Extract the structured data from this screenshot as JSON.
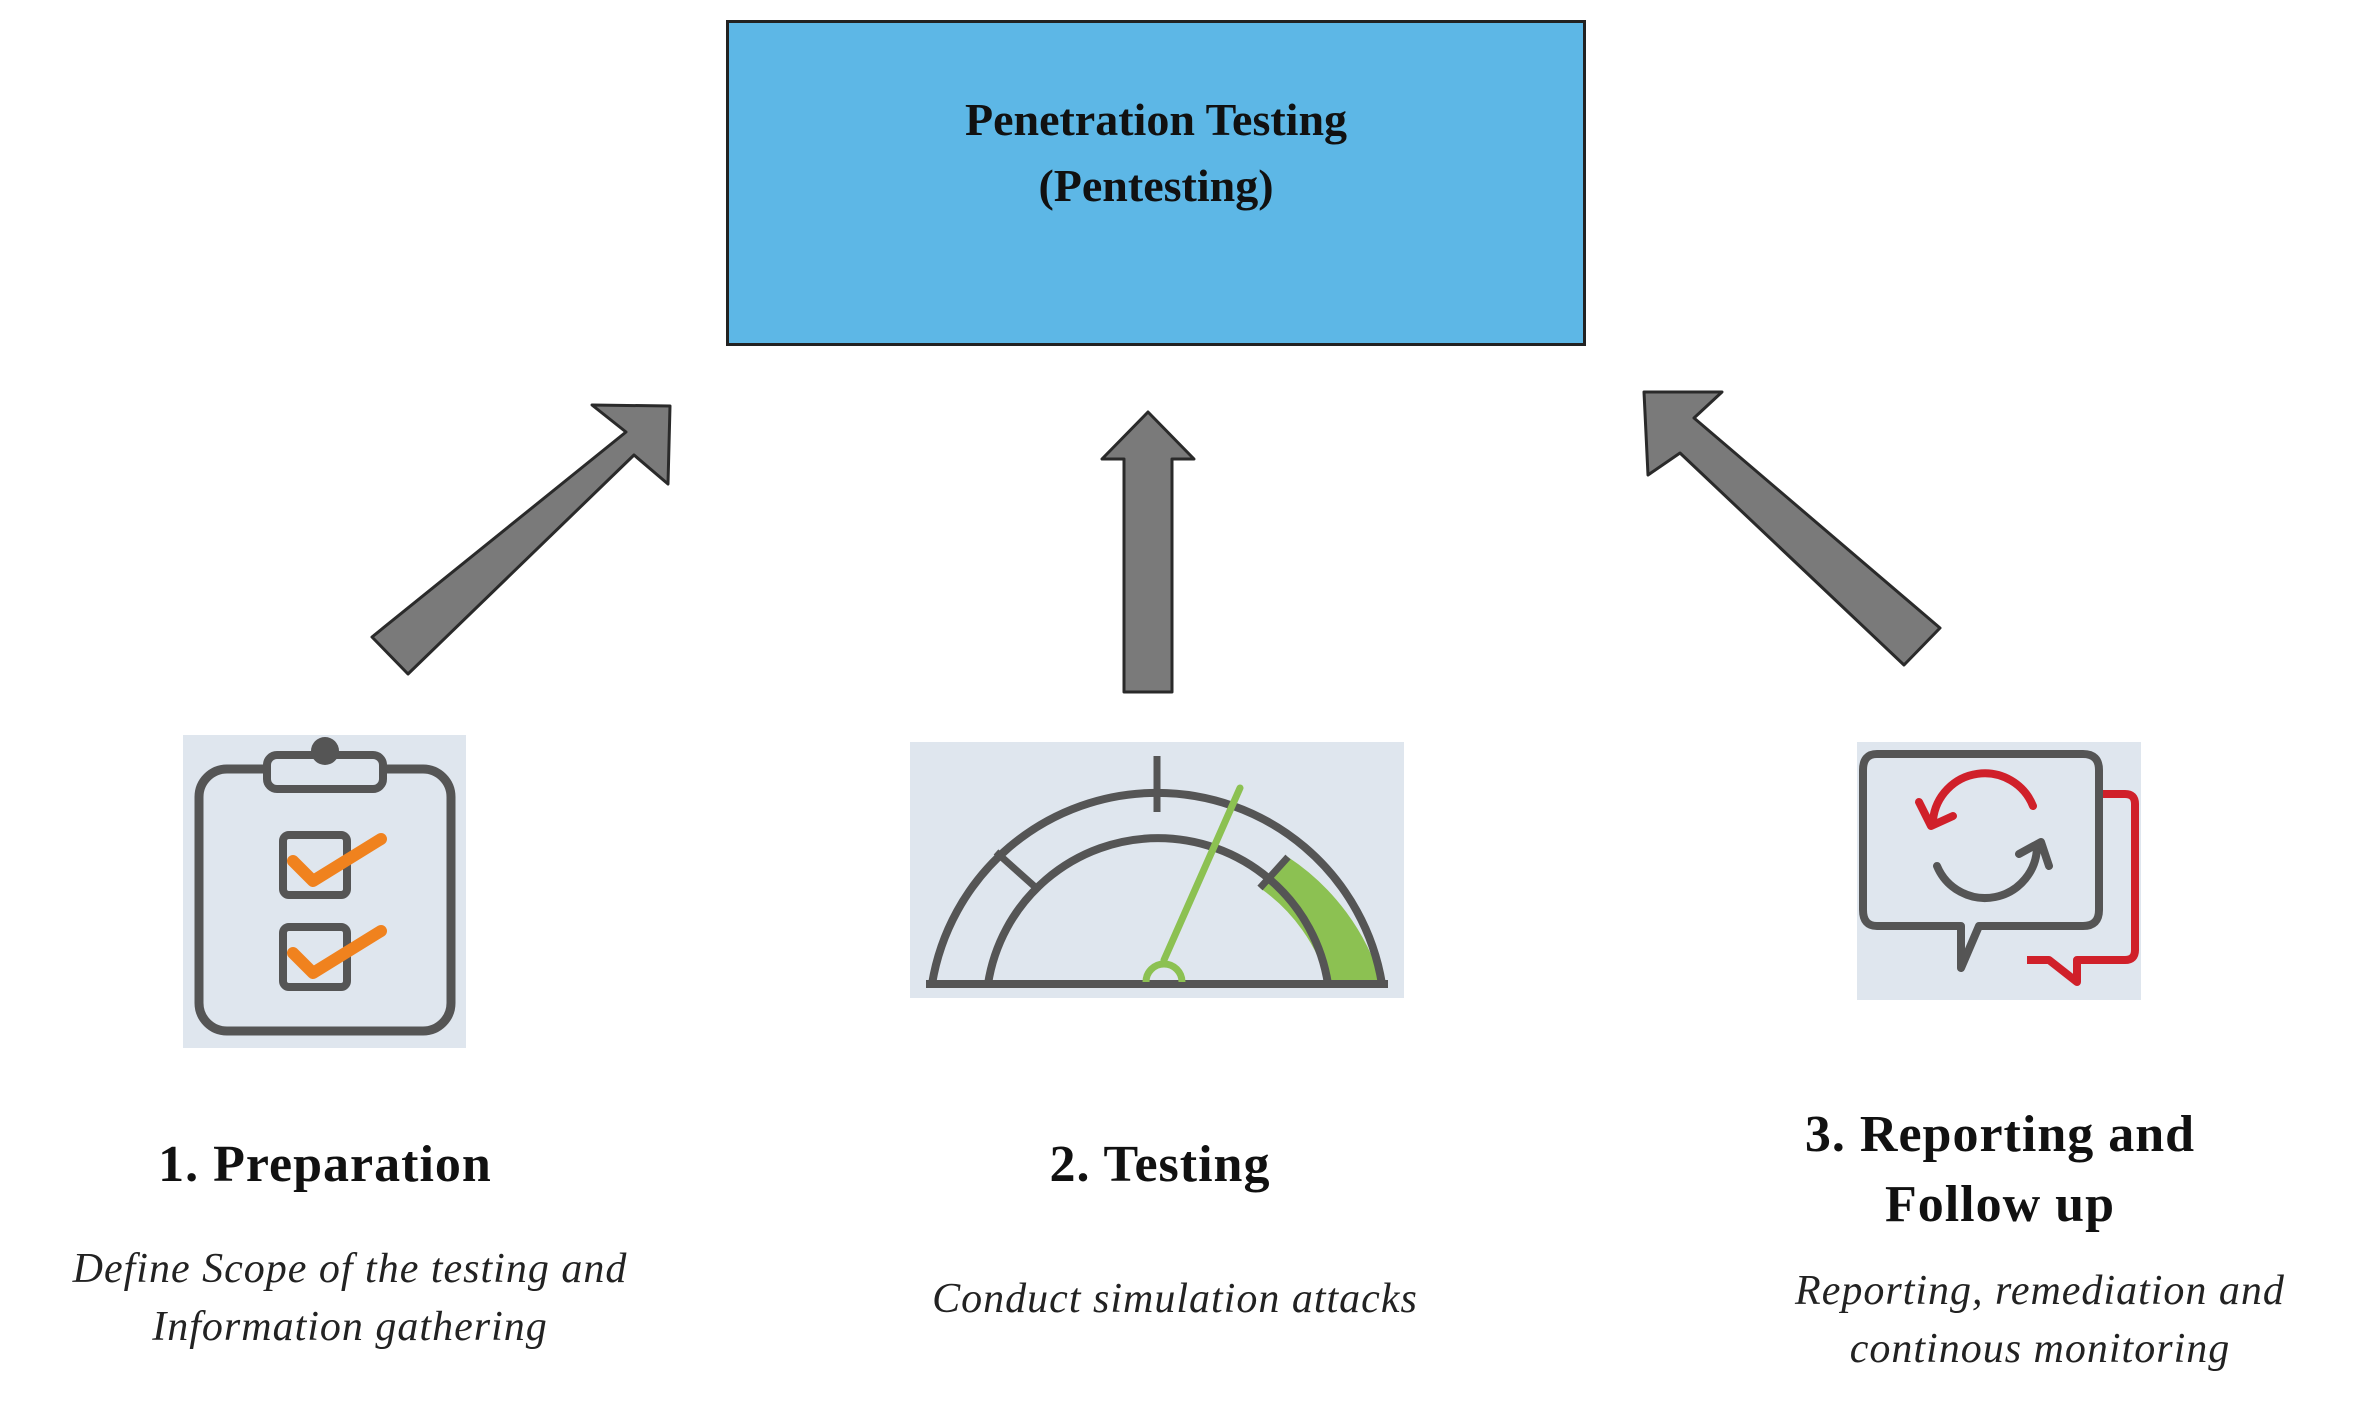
{
  "top": {
    "line1": "Penetration Testing",
    "line2": "(Pentesting)",
    "fill_color": "#5db7e6"
  },
  "steps": [
    {
      "heading": "1. Preparation",
      "desc_line1": "Define Scope of the testing and",
      "desc_line2": "Information gathering",
      "icon": "clipboard-checklist-icon",
      "accent": "#f0821e"
    },
    {
      "heading": "2. Testing",
      "desc_line1": "Conduct simulation attacks",
      "icon": "speedometer-gauge-icon",
      "accent": "#8cc152"
    },
    {
      "heading_line1": "3. Reporting and",
      "heading_line2": "Follow up",
      "desc_line1": "Reporting, remediation and",
      "desc_line2": "continous monitoring",
      "icon": "chat-refresh-icon",
      "accent": "#d0202a"
    }
  ],
  "arrow_color": "#7a7a7a",
  "tile_color": "#dfe6ee"
}
